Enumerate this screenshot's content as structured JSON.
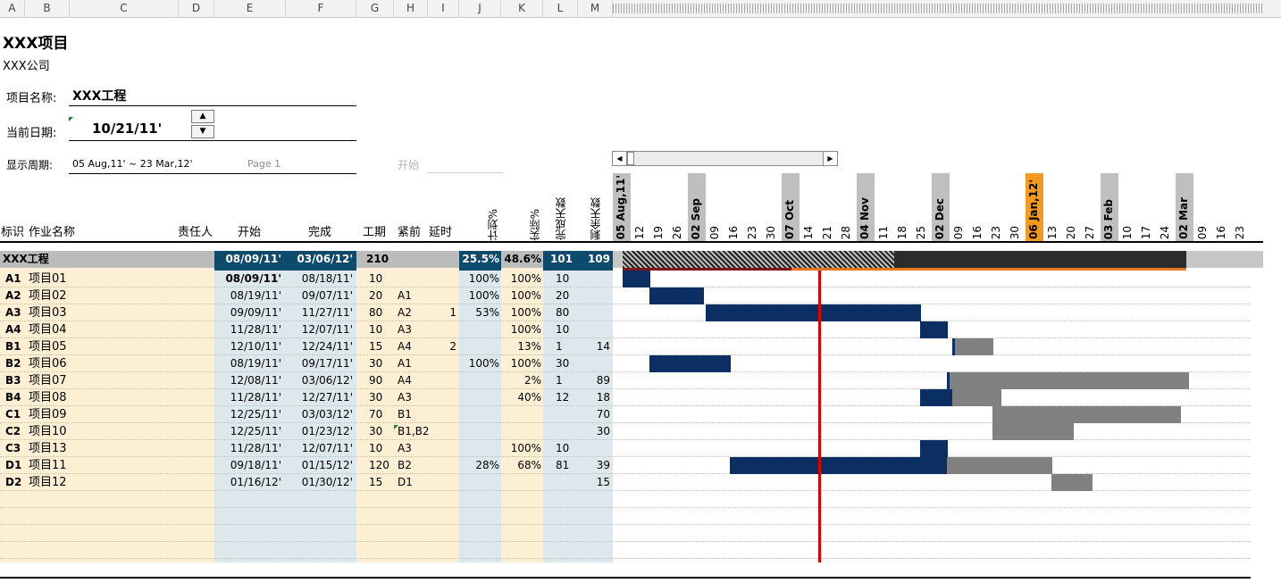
{
  "column_headers": [
    "A",
    "B",
    "C",
    "D",
    "E",
    "F",
    "G",
    "H",
    "I",
    "J",
    "K",
    "L",
    "M"
  ],
  "project": {
    "title": "XXX项目",
    "company": "XXX公司",
    "name_label": "项目名称:",
    "name_value": "XXX工程",
    "date_label": "当前日期:",
    "date_value": "10/21/11'",
    "period_label": "显示周期:",
    "period_value": "05 Aug,11' ~ 23 Mar,12'",
    "page_label": "Page 1",
    "start_label": "开始"
  },
  "table_headers": {
    "id": "标识",
    "name": "作业名称",
    "owner": "责任人",
    "start": "开始",
    "finish": "完成",
    "duration": "工期",
    "predecessor": "紧前",
    "delay": "延时",
    "plan_pct": "计划%",
    "actual_pct": "实际%",
    "done_days": "完成天数",
    "remain_days": "剩余天数"
  },
  "timeline_labels": [
    "05 Aug,11'",
    "12",
    "19",
    "26",
    "02 Sep",
    "09",
    "16",
    "23",
    "30",
    "07 Oct",
    "14",
    "21",
    "28",
    "04 Nov",
    "11",
    "18",
    "25",
    "02 Dec",
    "09",
    "16",
    "23",
    "30",
    "06 Jan,12'",
    "13",
    "20",
    "27",
    "03 Feb",
    "10",
    "17",
    "24",
    "02 Mar",
    "09",
    "16",
    "23"
  ],
  "summary": {
    "name": "XXX工程",
    "start": "08/09/11'",
    "finish": "03/06/12'",
    "duration": "210",
    "plan_pct": "25.5%",
    "actual_pct": "48.6%",
    "done_days": "101",
    "remain_days": "109"
  },
  "tasks": [
    {
      "id": "A1",
      "name": "项目01",
      "start": "08/09/11'",
      "finish": "08/18/11'",
      "duration": "10",
      "pred": "",
      "delay": "",
      "plan": "100%",
      "actual": "100%",
      "done": "10",
      "remain": ""
    },
    {
      "id": "A2",
      "name": "项目02",
      "start": "08/19/11'",
      "finish": "09/07/11'",
      "duration": "20",
      "pred": "A1",
      "delay": "",
      "plan": "100%",
      "actual": "100%",
      "done": "20",
      "remain": ""
    },
    {
      "id": "A3",
      "name": "项目03",
      "start": "09/09/11'",
      "finish": "11/27/11'",
      "duration": "80",
      "pred": "A2",
      "delay": "1",
      "plan": "53%",
      "actual": "100%",
      "done": "80",
      "remain": ""
    },
    {
      "id": "A4",
      "name": "项目04",
      "start": "11/28/11'",
      "finish": "12/07/11'",
      "duration": "10",
      "pred": "A3",
      "delay": "",
      "plan": "",
      "actual": "100%",
      "done": "10",
      "remain": ""
    },
    {
      "id": "B1",
      "name": "项目05",
      "start": "12/10/11'",
      "finish": "12/24/11'",
      "duration": "15",
      "pred": "A4",
      "delay": "2",
      "plan": "",
      "actual": "13%",
      "done": "1",
      "remain": "14"
    },
    {
      "id": "B2",
      "name": "项目06",
      "start": "08/19/11'",
      "finish": "09/17/11'",
      "duration": "30",
      "pred": "A1",
      "delay": "",
      "plan": "100%",
      "actual": "100%",
      "done": "30",
      "remain": ""
    },
    {
      "id": "B3",
      "name": "项目07",
      "start": "12/08/11'",
      "finish": "03/06/12'",
      "duration": "90",
      "pred": "A4",
      "delay": "",
      "plan": "",
      "actual": "2%",
      "done": "1",
      "remain": "89"
    },
    {
      "id": "B4",
      "name": "项目08",
      "start": "11/28/11'",
      "finish": "12/27/11'",
      "duration": "30",
      "pred": "A3",
      "delay": "",
      "plan": "",
      "actual": "40%",
      "done": "12",
      "remain": "18"
    },
    {
      "id": "C1",
      "name": "项目09",
      "start": "12/25/11'",
      "finish": "03/03/12'",
      "duration": "70",
      "pred": "B1",
      "delay": "",
      "plan": "",
      "actual": "",
      "done": "",
      "remain": "70"
    },
    {
      "id": "C2",
      "name": "项目10",
      "start": "12/25/11'",
      "finish": "01/23/12'",
      "duration": "30",
      "pred": "B1,B2",
      "delay": "",
      "plan": "",
      "actual": "",
      "done": "",
      "remain": "30"
    },
    {
      "id": "C3",
      "name": "项目13",
      "start": "11/28/11'",
      "finish": "12/07/11'",
      "duration": "10",
      "pred": "A3",
      "delay": "",
      "plan": "",
      "actual": "100%",
      "done": "10",
      "remain": ""
    },
    {
      "id": "D1",
      "name": "项目11",
      "start": "09/18/11'",
      "finish": "01/15/12'",
      "duration": "120",
      "pred": "B2",
      "delay": "",
      "plan": "28%",
      "actual": "68%",
      "done": "81",
      "remain": "39"
    },
    {
      "id": "D2",
      "name": "项目12",
      "start": "01/16/12'",
      "finish": "01/30/12'",
      "duration": "15",
      "pred": "D1",
      "delay": "",
      "plan": "",
      "actual": "",
      "done": "",
      "remain": "15"
    }
  ],
  "colors": {
    "done_bar": "#0b2f63",
    "remain_bar": "#808080",
    "today_line": "#e00000",
    "header_dark": "#0d4a6b",
    "current_week": "#f29a1e"
  }
}
